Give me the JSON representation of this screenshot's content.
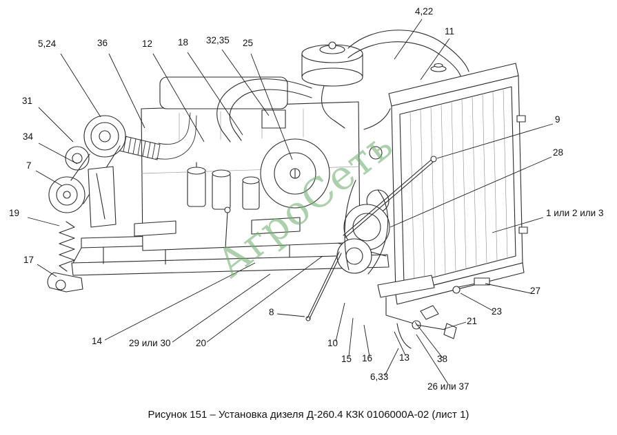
{
  "figure": {
    "caption": "Рисунок 151 – Установка дизеля Д-260.4 КЗК 0106000А-02 (лист 1)",
    "watermark": "АгроСеть",
    "watermark_color": "#74b274",
    "ink_color": "#2b2b2b"
  },
  "callouts": [
    {
      "label": "5,24"
    },
    {
      "label": "36"
    },
    {
      "label": "12"
    },
    {
      "label": "18"
    },
    {
      "label": "32,35"
    },
    {
      "label": "25"
    },
    {
      "label": "4,22"
    },
    {
      "label": "11"
    },
    {
      "label": "31"
    },
    {
      "label": "34"
    },
    {
      "label": "7"
    },
    {
      "label": "9"
    },
    {
      "label": "28"
    },
    {
      "label": "19"
    },
    {
      "label": "1 или 2 или 3"
    },
    {
      "label": "17"
    },
    {
      "label": "27"
    },
    {
      "label": "23"
    },
    {
      "label": "21"
    },
    {
      "label": "8"
    },
    {
      "label": "14"
    },
    {
      "label": "29 или 30"
    },
    {
      "label": "20"
    },
    {
      "label": "10"
    },
    {
      "label": "15"
    },
    {
      "label": "16"
    },
    {
      "label": "13"
    },
    {
      "label": "38"
    },
    {
      "label": "6,33"
    },
    {
      "label": "26 или 37"
    }
  ]
}
